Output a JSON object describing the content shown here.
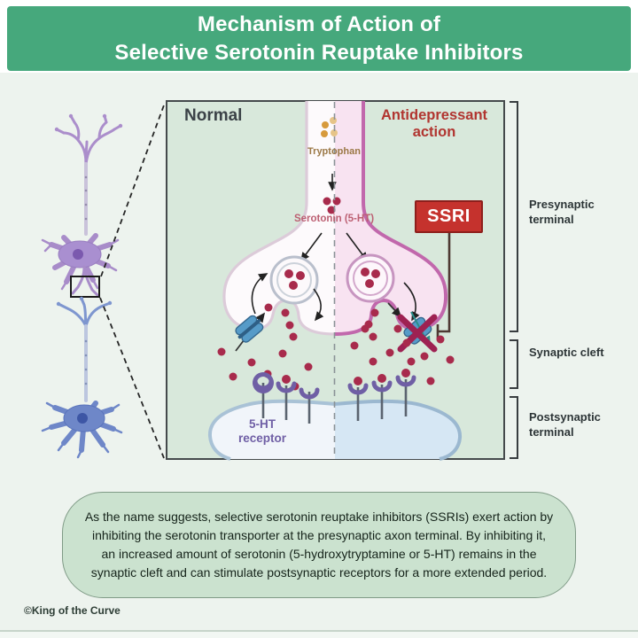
{
  "title": {
    "line1": "Mechanism of Action of",
    "line2": "Selective Serotonin Reuptake Inhibitors"
  },
  "diagram": {
    "normal_label": "Normal",
    "antidepressant_label": "Antidepressant action",
    "tryptophan_label": "Tryptophan",
    "serotonin_label": "Serotonin (5-HT)",
    "ssri_label": "SSRI",
    "receptor_label": "5-HT receptor",
    "side_labels": [
      {
        "label": "Presynaptic terminal"
      },
      {
        "label": "Synaptic cleft"
      },
      {
        "label": "Postsynaptic terminal"
      }
    ]
  },
  "caption": "As the name suggests, selective serotonin reuptake inhibitors (SSRIs) exert action by inhibiting the serotonin transporter at the presynaptic axon terminal. By inhibiting it, an increased amount of serotonin (5-hydroxytryptamine or 5-HT) remains in the synaptic cleft and can stimulate postsynaptic receptors for a more extended period.",
  "credit": "©King of the Curve",
  "colors": {
    "page_bg": "#edf3ee",
    "banner_green": "#46a87c",
    "box_bg": "#d8e8db",
    "box_border": "#454a4c",
    "normal_dark": "#3b4247",
    "antidep_red": "#b13530",
    "ssri_red": "#c5322d",
    "ssri_border": "#8d1f1c",
    "serotonin_red": "#a82b4c",
    "tryptophan_amber": "#d79a3c",
    "tryptophan_text": "#9b7846",
    "serotonin_text": "#bc5f72",
    "membrane_pink_dark": "#c168ac",
    "membrane_pink_light": "#dccbd9",
    "terminal_fill_left": "#fdfafc",
    "terminal_fill_right": "#f8e3f1",
    "postsyn_border": "#a9c2d6",
    "postsyn_fill_left": "#f1f5fa",
    "postsyn_fill_right": "#d6e7f4",
    "receptor_purple": "#6f5fa5",
    "transporter_blue": "#569bc8",
    "x_red": "#9e2152",
    "inhibit_line": "#4e3933",
    "caption_bg": "#cbe2cf",
    "caption_border": "#7f9a86",
    "label_dark": "#2d3537",
    "credit_text": "#2e3e36",
    "neuron_purple": "#a88cc9",
    "neuron_blue": "#6e87c8"
  }
}
